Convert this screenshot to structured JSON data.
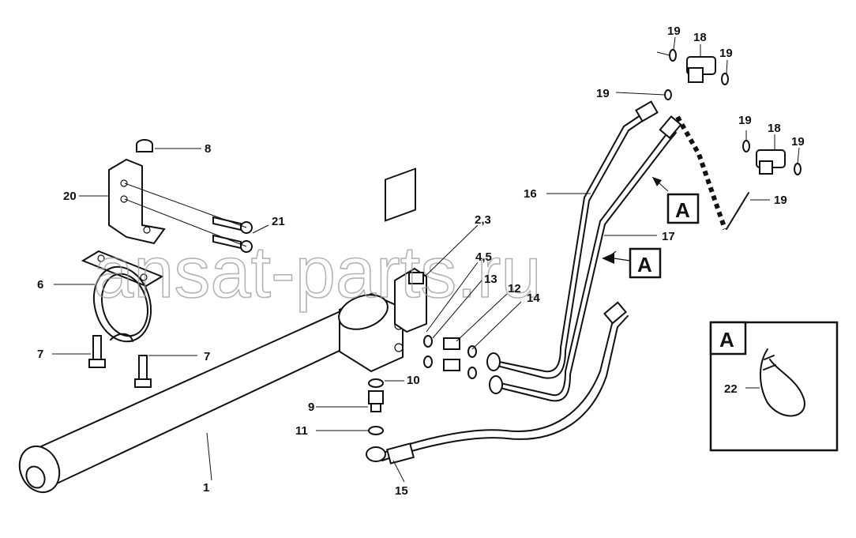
{
  "watermark": "ansat-parts.ru",
  "detail_box_letter": "A",
  "callout_letters": [
    "A",
    "A"
  ],
  "labels": {
    "l1": "1",
    "l23": "2,3",
    "l45": "4,5",
    "l6": "6",
    "l7a": "7",
    "l7b": "7",
    "l8": "8",
    "l9": "9",
    "l10": "10",
    "l11": "11",
    "l12": "12",
    "l13": "13",
    "l14": "14",
    "l15": "15",
    "l16": "16",
    "l17": "17",
    "l18a": "18",
    "l18b": "18",
    "l19a": "19",
    "l19b": "19",
    "l19c": "19",
    "l19d": "19",
    "l19e": "19",
    "l19f": "19",
    "l20": "20",
    "l21": "21",
    "l22": "22"
  }
}
